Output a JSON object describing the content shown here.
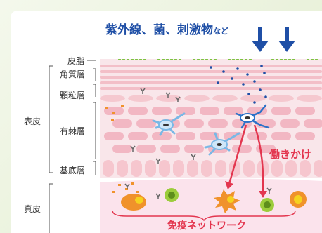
{
  "title": {
    "main": "紫外線、菌、刺激物",
    "suffix": "など"
  },
  "layers": {
    "sebum": "皮脂",
    "stratum_corneum": "角質層",
    "stratum_granulosum": "顆粒層",
    "epidermis": "表皮",
    "stratum_spinosum": "有棘層",
    "stratum_basale": "基底層",
    "dermis": "真皮"
  },
  "callouts": {
    "activation": "働きかけ",
    "immune_network": "免疫ネットワーク"
  },
  "colors": {
    "title_blue": "#1f4fa6",
    "accent_red": "#e3364f",
    "sebum_green": "#7cc23f",
    "skin_pink": "#f7d2d8"
  },
  "icons": [
    "down-arrow-icon",
    "down-arrow-icon"
  ]
}
